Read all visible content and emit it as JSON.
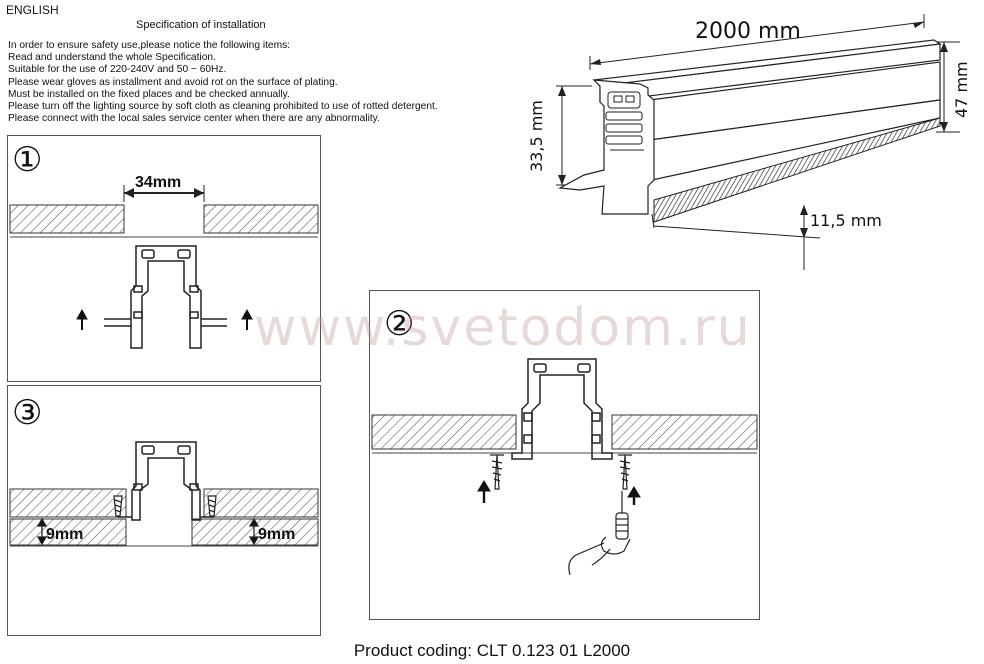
{
  "header": {
    "language": "ENGLISH",
    "title": "Specification of installation"
  },
  "instructions": [
    "In order to ensure safety use,please notice the following items:",
    "Read and understand the whole Specification.",
    "Suitable for the use of 220-240V and 50 ~ 60Hz.",
    "Please wear gloves as installment and avoid rot on the surface of plating.",
    "Must be installed on the fixed places and be checked annually.",
    "Please turn off the lighting source by soft cloth as cleaning prohibited to use of rotted detergent.",
    "Please connect with the local sales service center when there are any abnormality."
  ],
  "steps": {
    "step1": {
      "number": "①",
      "gap_label": "34mm"
    },
    "step2": {
      "number": "②"
    },
    "step3": {
      "number": "③",
      "left_label": "9mm",
      "right_label": "9mm"
    }
  },
  "profile_dimensions": {
    "length": "2000 mm",
    "height_total": "47 mm",
    "height_body": "33,5 mm",
    "flange": "11,5 mm"
  },
  "watermark": "www.svetodom.ru",
  "footer": {
    "product_coding": "Product coding: CLT 0.123 01 L2000"
  },
  "colors": {
    "line": "#222222",
    "hatch": "#555555",
    "watermark": "#c8aaa0"
  }
}
